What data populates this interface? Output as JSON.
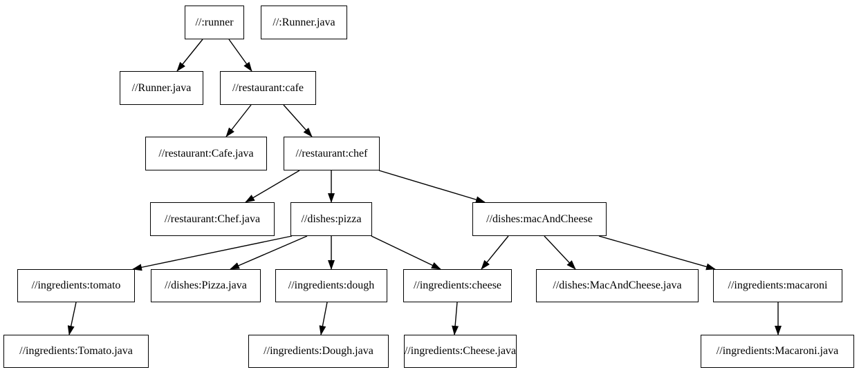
{
  "graph": {
    "background_color": "#ffffff",
    "node_border_color": "#000000",
    "node_fill_color": "#ffffff",
    "edge_color": "#000000",
    "text_color": "#000000",
    "nodes": [
      {
        "id": "runner",
        "label": "//:runner"
      },
      {
        "id": "runner-java-root",
        "label": "//:Runner.java"
      },
      {
        "id": "runner-java",
        "label": "//Runner.java"
      },
      {
        "id": "cafe",
        "label": "//restaurant:cafe"
      },
      {
        "id": "cafe-java",
        "label": "//restaurant:Cafe.java"
      },
      {
        "id": "chef",
        "label": "//restaurant:chef"
      },
      {
        "id": "chef-java",
        "label": "//restaurant:Chef.java"
      },
      {
        "id": "pizza",
        "label": "//dishes:pizza"
      },
      {
        "id": "mac-and-cheese",
        "label": "//dishes:macAndCheese"
      },
      {
        "id": "tomato",
        "label": "//ingredients:tomato"
      },
      {
        "id": "pizza-java",
        "label": "//dishes:Pizza.java"
      },
      {
        "id": "dough",
        "label": "//ingredients:dough"
      },
      {
        "id": "cheese",
        "label": "//ingredients:cheese"
      },
      {
        "id": "mac-and-cheese-java",
        "label": "//dishes:MacAndCheese.java"
      },
      {
        "id": "macaroni",
        "label": "//ingredients:macaroni"
      },
      {
        "id": "tomato-java",
        "label": "//ingredients:Tomato.java"
      },
      {
        "id": "dough-java",
        "label": "//ingredients:Dough.java"
      },
      {
        "id": "cheese-java",
        "label": "//ingredients:Cheese.java"
      },
      {
        "id": "macaroni-java",
        "label": "//ingredients:Macaroni.java"
      }
    ],
    "edges": [
      {
        "from": "runner",
        "to": "runner-java"
      },
      {
        "from": "runner",
        "to": "cafe"
      },
      {
        "from": "cafe",
        "to": "cafe-java"
      },
      {
        "from": "cafe",
        "to": "chef"
      },
      {
        "from": "chef",
        "to": "chef-java"
      },
      {
        "from": "chef",
        "to": "pizza"
      },
      {
        "from": "chef",
        "to": "mac-and-cheese"
      },
      {
        "from": "pizza",
        "to": "tomato"
      },
      {
        "from": "pizza",
        "to": "pizza-java"
      },
      {
        "from": "pizza",
        "to": "dough"
      },
      {
        "from": "pizza",
        "to": "cheese"
      },
      {
        "from": "mac-and-cheese",
        "to": "cheese"
      },
      {
        "from": "mac-and-cheese",
        "to": "mac-and-cheese-java"
      },
      {
        "from": "mac-and-cheese",
        "to": "macaroni"
      },
      {
        "from": "tomato",
        "to": "tomato-java"
      },
      {
        "from": "dough",
        "to": "dough-java"
      },
      {
        "from": "cheese",
        "to": "cheese-java"
      },
      {
        "from": "macaroni",
        "to": "macaroni-java"
      }
    ]
  }
}
